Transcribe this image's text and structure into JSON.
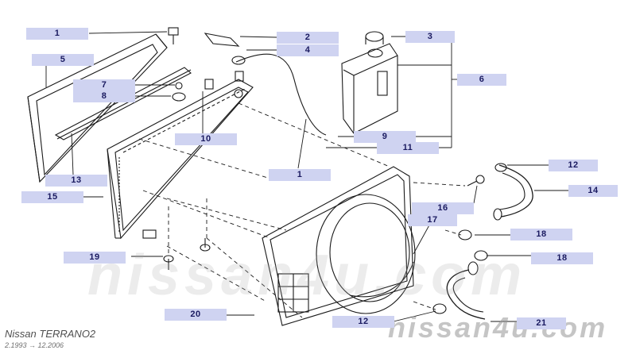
{
  "vehicle": {
    "make": "Nissan",
    "model": "TERRANO2",
    "years": "2.1993 → 12.2006"
  },
  "watermark": {
    "big": "nissan4u.com",
    "small": "nissan4u.com"
  },
  "callouts": [
    "1",
    "2",
    "3",
    "4",
    "5",
    "6",
    "7",
    "8",
    "9",
    "10",
    "11",
    "12",
    "13",
    "14",
    "15",
    "16",
    "17",
    "18",
    "19",
    "20",
    "21"
  ],
  "colors": {
    "callout_bg": "#cfd3f1",
    "callout_text": "#1a1a60",
    "line": "#1a1a1a"
  }
}
